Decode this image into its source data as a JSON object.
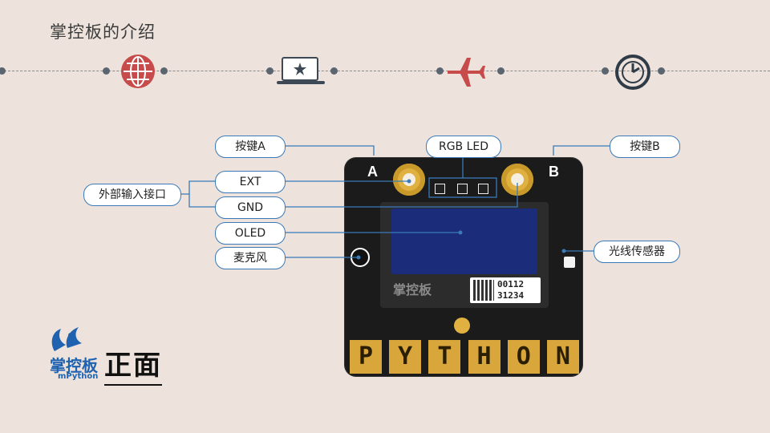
{
  "title": "掌控板的介绍",
  "timeline_icons": [
    "globe-icon",
    "laptop-star-icon",
    "airplane-icon",
    "clock-icon"
  ],
  "colors": {
    "accent": "#c74b4b",
    "label_border": "#3a7ab8",
    "board": "#1b1b1b",
    "gold": "#d8a63a",
    "oled": "#1b2c7a"
  },
  "board": {
    "letter_a": "A",
    "letter_b": "B",
    "oled_brand": "掌控板",
    "serial_line1": "00112",
    "serial_line2": "31234",
    "python_letters": [
      "P",
      "Y",
      "T",
      "H",
      "O",
      "N"
    ]
  },
  "labels": {
    "button_a": "按键A",
    "button_b": "按键B",
    "rgb_led": "RGB LED",
    "ext_input": "外部输入接口",
    "ext": "EXT",
    "gnd": "GND",
    "oled": "OLED",
    "mic": "麦克风",
    "light_sensor": "光线传感器"
  },
  "brand": {
    "name": "掌控板",
    "sub": "mPython",
    "view": "正面"
  }
}
